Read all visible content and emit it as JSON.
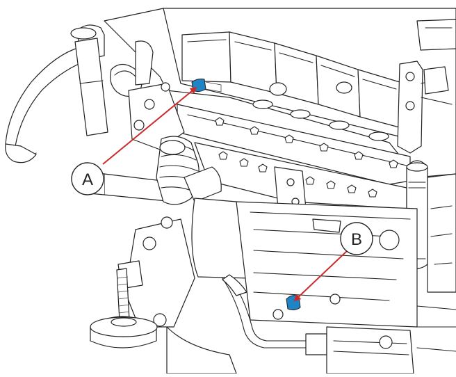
{
  "diagram": {
    "callouts": [
      {
        "id": "A",
        "label": "A"
      },
      {
        "id": "B",
        "label": "B"
      }
    ],
    "colors": {
      "line": "#222222",
      "arrow": "#cc2a2a",
      "highlight": "#1f84c6",
      "background": "#ffffff"
    }
  }
}
